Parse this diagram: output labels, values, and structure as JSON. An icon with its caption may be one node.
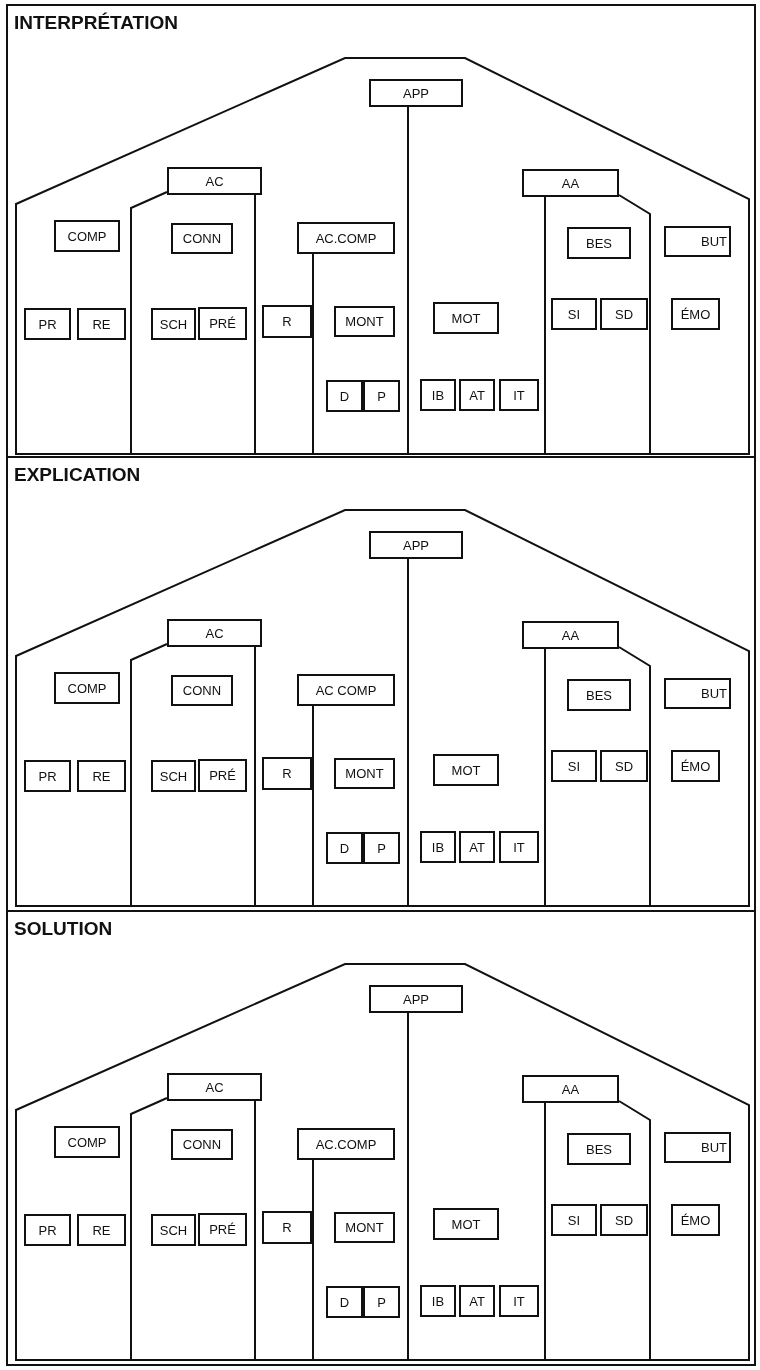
{
  "diagram": {
    "nodes": [
      {
        "text": [
          "INTERPRÉTATION"
        ]
      },
      {
        "text": [
          "APP"
        ],
        "in": 0
      },
      {
        "text": [
          "AC"
        ],
        "in": 0
      },
      {
        "text": [
          "AA"
        ],
        "in": 0
      },
      {
        "text": [
          "COMP"
        ],
        "in": 0
      },
      {
        "text": [
          "CONN"
        ],
        "in": 0
      },
      {
        "text": [
          "AC.COMP"
        ],
        "in": 0
      },
      {
        "text": [
          "BES"
        ],
        "in": 0
      },
      {
        "text": [
          "BUT"
        ],
        "in": 0
      },
      {
        "text": [
          "PR"
        ],
        "in": 0
      },
      {
        "text": [
          "RE"
        ],
        "in": 0
      },
      {
        "text": [
          "SCH"
        ],
        "in": 0
      },
      {
        "text": [
          "PRÉ"
        ],
        "in": 0
      },
      {
        "text": [
          "R"
        ],
        "in": 0
      },
      {
        "text": [
          "MONT"
        ],
        "in": 0
      },
      {
        "text": [
          "MOT"
        ],
        "in": 0
      },
      {
        "text": [
          "SI"
        ],
        "in": 0
      },
      {
        "text": [
          "SD"
        ],
        "in": 0
      },
      {
        "text": [
          "ÉMO"
        ],
        "in": 0
      },
      {
        "text": [
          "D"
        ],
        "in": 0
      },
      {
        "text": [
          "P"
        ],
        "in": 0
      },
      {
        "text": [
          "IB"
        ],
        "in": 0
      },
      {
        "text": [
          "AT"
        ],
        "in": 0
      },
      {
        "text": [
          "IT"
        ],
        "in": 0
      },
      {
        "text": [
          "EXPLICATION"
        ]
      },
      {
        "text": [
          "APP"
        ],
        "in": 24
      },
      {
        "text": [
          "AC"
        ],
        "in": 24
      },
      {
        "text": [
          "AA"
        ],
        "in": 24
      },
      {
        "text": [
          "COMP"
        ],
        "in": 24
      },
      {
        "text": [
          "CONN"
        ],
        "in": 24
      },
      {
        "text": [
          "AC COMP"
        ],
        "in": 24
      },
      {
        "text": [
          "BES"
        ],
        "in": 24
      },
      {
        "text": [
          "BUT"
        ],
        "in": 24
      },
      {
        "text": [
          "PR"
        ],
        "in": 24
      },
      {
        "text": [
          "RE"
        ],
        "in": 24
      },
      {
        "text": [
          "SCH"
        ],
        "in": 24
      },
      {
        "text": [
          "PRÉ"
        ],
        "in": 24
      },
      {
        "text": [
          "R"
        ],
        "in": 24
      },
      {
        "text": [
          "MONT"
        ],
        "in": 24
      },
      {
        "text": [
          "MOT"
        ],
        "in": 24
      },
      {
        "text": [
          "SI"
        ],
        "in": 24
      },
      {
        "text": [
          "SD"
        ],
        "in": 24
      },
      {
        "text": [
          "ÉMO"
        ],
        "in": 24
      },
      {
        "text": [
          "D"
        ],
        "in": 24
      },
      {
        "text": [
          "P"
        ],
        "in": 24
      },
      {
        "text": [
          "IB"
        ],
        "in": 24
      },
      {
        "text": [
          "AT"
        ],
        "in": 24
      },
      {
        "text": [
          "IT"
        ],
        "in": 24
      },
      {
        "text": [
          "SOLUTION"
        ]
      },
      {
        "text": [
          "APP"
        ],
        "in": 48
      },
      {
        "text": [
          "AC"
        ],
        "in": 48
      },
      {
        "text": [
          "AA"
        ],
        "in": 48
      },
      {
        "text": [
          "COMP"
        ],
        "in": 48
      },
      {
        "text": [
          "CONN"
        ],
        "in": 48
      },
      {
        "text": [
          "AC.COMP"
        ],
        "in": 48
      },
      {
        "text": [
          "BES"
        ],
        "in": 48
      },
      {
        "text": [
          "BUT"
        ],
        "in": 48
      },
      {
        "text": [
          "PR"
        ],
        "in": 48
      },
      {
        "text": [
          "RE"
        ],
        "in": 48
      },
      {
        "text": [
          "SCH"
        ],
        "in": 48
      },
      {
        "text": [
          "PRÉ"
        ],
        "in": 48
      },
      {
        "text": [
          "R"
        ],
        "in": 48
      },
      {
        "text": [
          "MONT"
        ],
        "in": 48
      },
      {
        "text": [
          "MOT"
        ],
        "in": 48
      },
      {
        "text": [
          "SI"
        ],
        "in": 48
      },
      {
        "text": [
          "SD"
        ],
        "in": 48
      },
      {
        "text": [
          "ÉMO"
        ],
        "in": 48
      },
      {
        "text": [
          "D"
        ],
        "in": 48
      },
      {
        "text": [
          "P"
        ],
        "in": 48
      },
      {
        "text": [
          "IB"
        ],
        "in": 48
      },
      {
        "text": [
          "AT"
        ],
        "in": 48
      },
      {
        "text": [
          "IT"
        ],
        "in": 48
      }
    ]
  }
}
